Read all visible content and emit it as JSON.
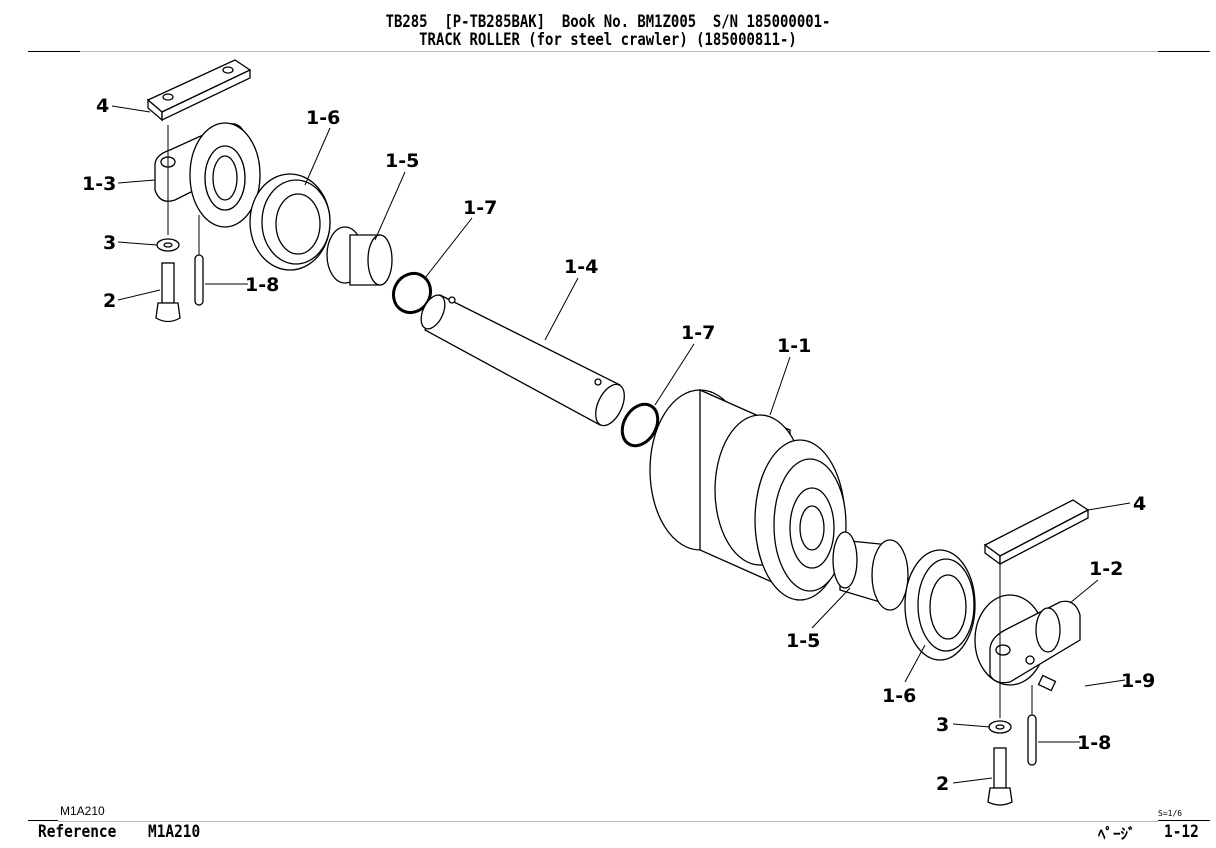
{
  "header": {
    "line1": "TB285  [P-TB285BAK]  Book No. BM1Z005  S/N 185000001-",
    "line2": "TRACK ROLLER (for steel crawler) (185000811-)"
  },
  "callouts": [
    "4",
    "1-6",
    "1-3",
    "1-5",
    "1-7",
    "3",
    "1-8",
    "2",
    "1-4",
    "1-7",
    "1-1",
    "4",
    "1-2",
    "1-5",
    "1-6",
    "1-9",
    "3",
    "1-8",
    "2"
  ],
  "footer": {
    "ref_small": "M1A210",
    "reference_label": "Reference",
    "reference_code": "M1A210",
    "scale": "S=1/6",
    "page_label": "ﾍﾟｰｼﾞ",
    "page_number": "1-12"
  }
}
